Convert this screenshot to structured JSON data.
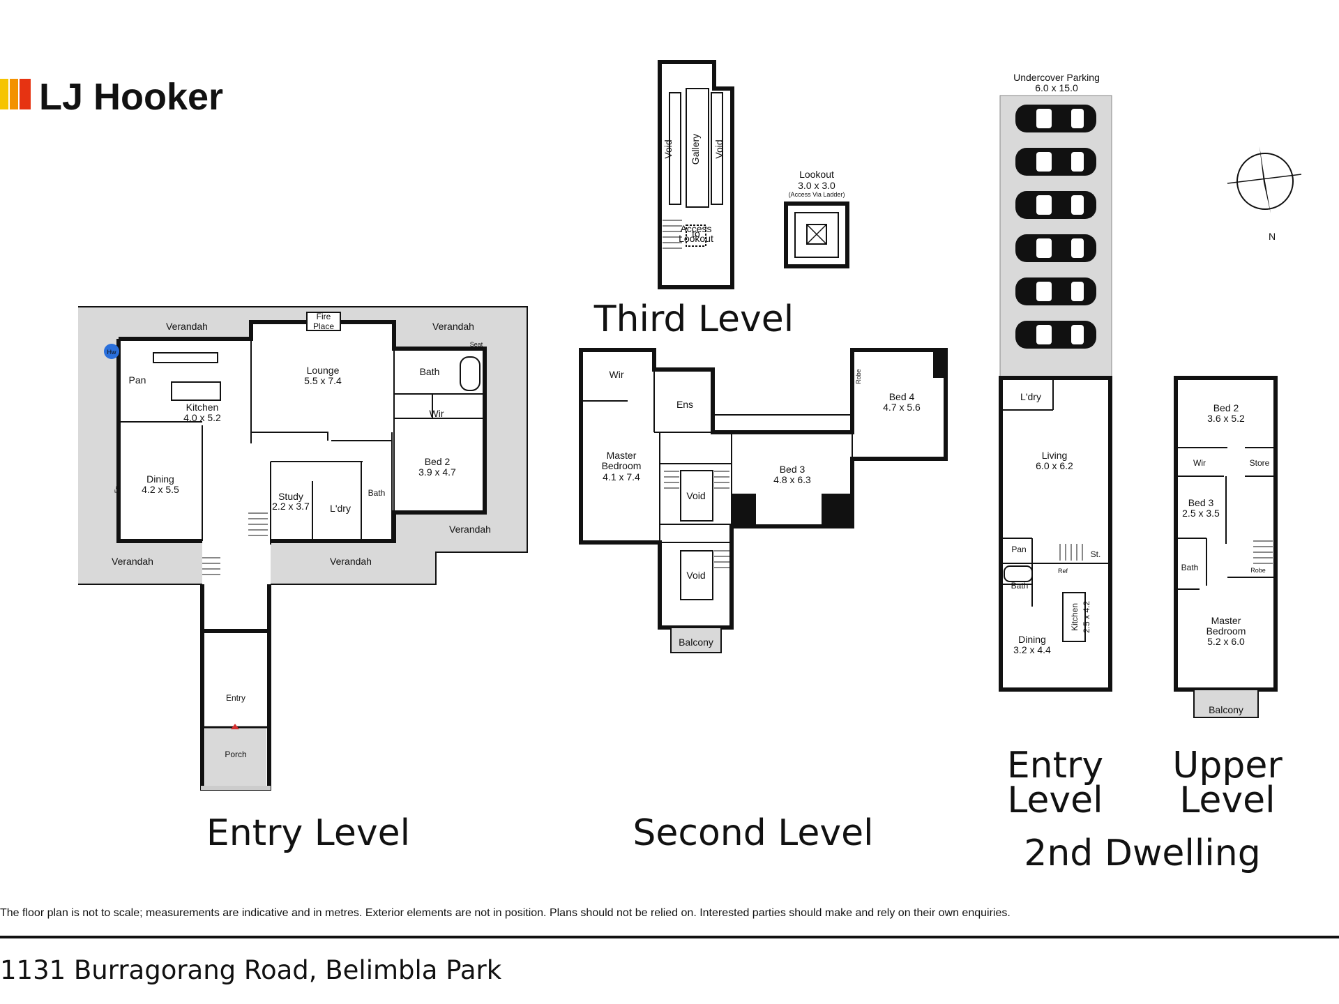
{
  "brand": {
    "name": "LJ Hooker",
    "stripe_colors": [
      "#f6c400",
      "#f39200",
      "#e63312"
    ]
  },
  "entry_level": {
    "title": "Entry Level",
    "rooms": {
      "verandah_nw": "Verandah",
      "verandah_ne": "Verandah",
      "verandah_sw": "Verandah",
      "verandah_s": "Verandah",
      "verandah_se": "Verandah",
      "fire_place_line1": "Fire",
      "fire_place_line2": "Place",
      "seat": "Seat",
      "hw": "Hw",
      "pan": "Pan",
      "kitchen": "Kitchen",
      "kitchen_size": "4.0 x 5.2",
      "lounge": "Lounge",
      "lounge_size": "5.5 x 7.4",
      "bath": "Bath",
      "wir": "Wir",
      "dining": "Dining",
      "dining_size": "4.2 x 5.5",
      "fp": "Fp",
      "study": "Study",
      "study_size": "2.2 x 3.7",
      "ldry": "L'dry",
      "bath2": "Bath",
      "bed2": "Bed 2",
      "bed2_size": "3.9 x 4.7",
      "entry": "Entry",
      "porch": "Porch"
    }
  },
  "third_level": {
    "title": "Third Level",
    "rooms": {
      "void_left": "Void",
      "gallery": "Gallery",
      "void_right": "Void",
      "access_line1": "Access",
      "access_line2": "to",
      "access_line3": "Lookout"
    },
    "lookout": {
      "name": "Lookout",
      "size": "3.0 x 3.0",
      "note": "(Access Via Ladder)"
    }
  },
  "second_level": {
    "title": "Second Level",
    "rooms": {
      "wir": "Wir",
      "ens": "Ens",
      "master_line1": "Master",
      "master_line2": "Bedroom",
      "master_size": "4.1 x 7.4",
      "void1": "Void",
      "void2": "Void",
      "bed3": "Bed 3",
      "bed3_size": "4.8 x 6.3",
      "bed4": "Bed 4",
      "bed4_size": "4.7 x 5.6",
      "robe": "Robe",
      "balcony": "Balcony"
    }
  },
  "dwelling2": {
    "caption": "2nd Dwelling",
    "entry_title_line1": "Entry",
    "entry_title_line2": "Level",
    "upper_title_line1": "Upper",
    "upper_title_line2": "Level",
    "parking": {
      "name": "Undercover Parking",
      "size": "6.0 x 15.0",
      "car_count": 6
    },
    "entry_rooms": {
      "ldry": "L'dry",
      "living": "Living",
      "living_size": "6.0 x 6.2",
      "pan": "Pan",
      "st": "St.",
      "ref": "Ref",
      "bath": "Bath",
      "kitchen": "Kitchen",
      "kitchen_size": "2.5 x 4.2",
      "dining": "Dining",
      "dining_size": "3.2 x 4.4"
    },
    "upper_rooms": {
      "bed2": "Bed 2",
      "bed2_size": "3.6 x 5.2",
      "wir": "Wir",
      "store": "Store",
      "bed3": "Bed 3",
      "bed3_size": "2.5 x 3.5",
      "bath": "Bath",
      "robe": "Robe",
      "master_line1": "Master",
      "master_line2": "Bedroom",
      "master_size": "5.2 x 6.0",
      "balcony": "Balcony"
    }
  },
  "compass": {
    "label": "N"
  },
  "footer": {
    "disclaimer": "The floor plan is not to scale; measurements are indicative and in metres. Exterior elements are not in position. Plans should not be relied on. Interested parties should make and rely on their own enquiries.",
    "address": "1131 Burragorang Road, Belimbla Park"
  }
}
